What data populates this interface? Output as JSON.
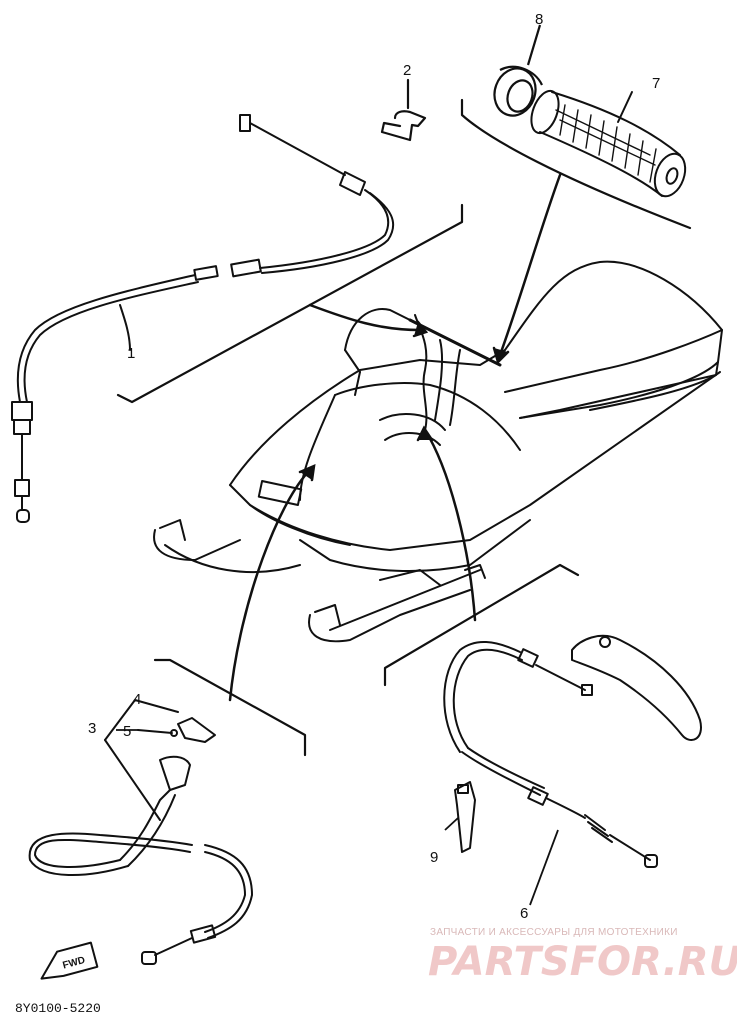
{
  "diagram": {
    "callouts": [
      "1",
      "2",
      "3",
      "4",
      "5",
      "6",
      "7",
      "8",
      "9"
    ],
    "diagram_code": "8Y0100-5220",
    "direction_tag": "FWD"
  },
  "watermark": {
    "tagline": "ЗАПЧАСТИ И АКСЕССУАРЫ ДЛЯ МОТОТЕХНИКИ",
    "brand": "PARTSFOR.RU"
  }
}
